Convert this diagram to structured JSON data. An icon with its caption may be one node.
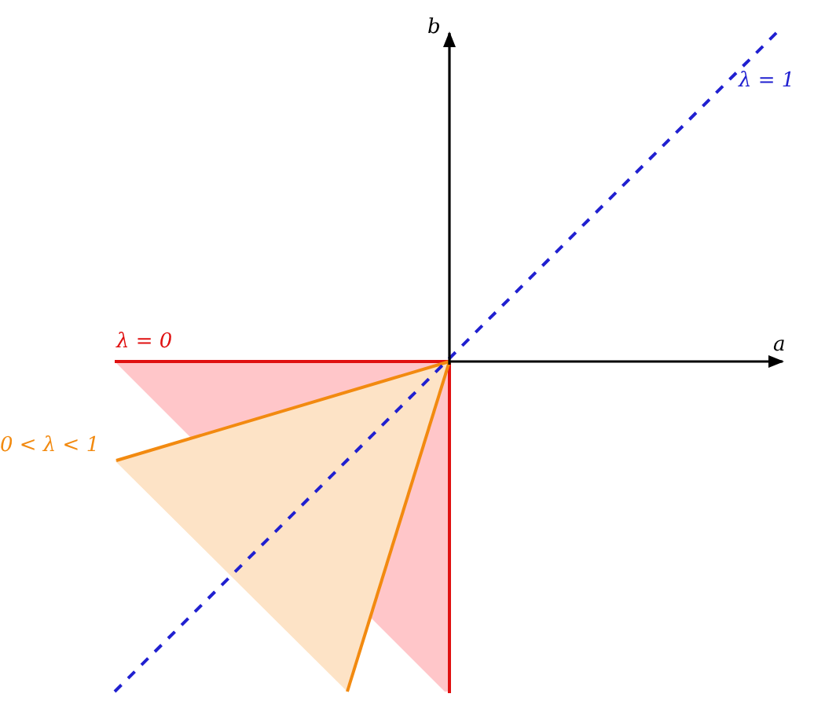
{
  "diagram": {
    "labels": [
      "b",
      "λ = 1",
      "λ = 0",
      "a",
      "0 < λ < 1"
    ]
  }
}
